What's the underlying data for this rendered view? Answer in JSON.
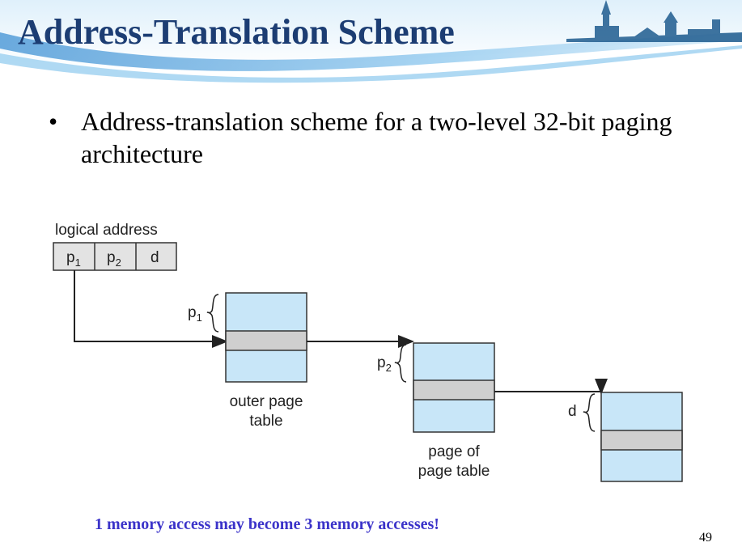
{
  "slide": {
    "title": "Address-Translation Scheme",
    "bullet": "Address-translation scheme for a two-level 32-bit paging architecture",
    "footnote": "1 memory access may become 3 memory accesses!",
    "page_number": "49"
  },
  "diagram": {
    "logical_address_label": "logical address",
    "fields": [
      {
        "base": "p",
        "sub": "1"
      },
      {
        "base": "p",
        "sub": "2"
      },
      {
        "base": "d",
        "sub": ""
      }
    ],
    "outer_table_brace": {
      "base": "p",
      "sub": "1"
    },
    "inner_table_brace": {
      "base": "p",
      "sub": "2"
    },
    "page_brace": {
      "base": "d",
      "sub": ""
    },
    "outer_table_label": [
      "outer page",
      "table"
    ],
    "inner_table_label": [
      "page of",
      "page table"
    ]
  },
  "colors": {
    "title": "#1c3d73",
    "table_fill": "#c8e6f8",
    "entry_fill": "#cfcfcf",
    "footnote": "#3b33c9",
    "header_wave": "#5aa7dd"
  }
}
